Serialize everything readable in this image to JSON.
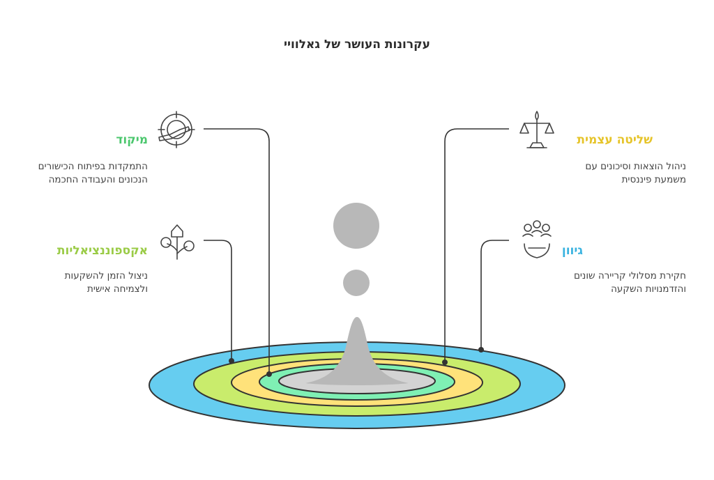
{
  "title": "עקרונות העושר של גאלוויי",
  "items": [
    {
      "heading": "מיקוד",
      "description_line1": "התמקדות בפיתוח הכישורים",
      "description_line2": "הנכונים והעבודה החכמה",
      "color": "#4cc76e",
      "icon": "target-icon"
    },
    {
      "heading": "אקספוננציאליות",
      "description_line1": "ניצול הזמן להשקעות",
      "description_line2": "ולצמיחה אישית",
      "color": "#9acb46",
      "icon": "growth-plant-icon"
    },
    {
      "heading": "שליטה עצמית",
      "description_line1": "ניהול הוצאות וסיכונים עם",
      "description_line2": "משמעת פיננסית",
      "color": "#e6c42a",
      "icon": "scales-icon"
    },
    {
      "heading": "גיוון",
      "description_line1": "חקירת מסלולי קריירה שונים",
      "description_line2": "והזדמנויות השקעה",
      "color": "#3ab3e0",
      "icon": "team-gear-icon"
    }
  ],
  "ring_colors": {
    "outer": "#66cdf0",
    "second": "#c9ec6c",
    "third": "#ffe27a",
    "fourth": "#7ff0b4",
    "center": "#d3d3d3",
    "peak": "#b8b8b8"
  }
}
